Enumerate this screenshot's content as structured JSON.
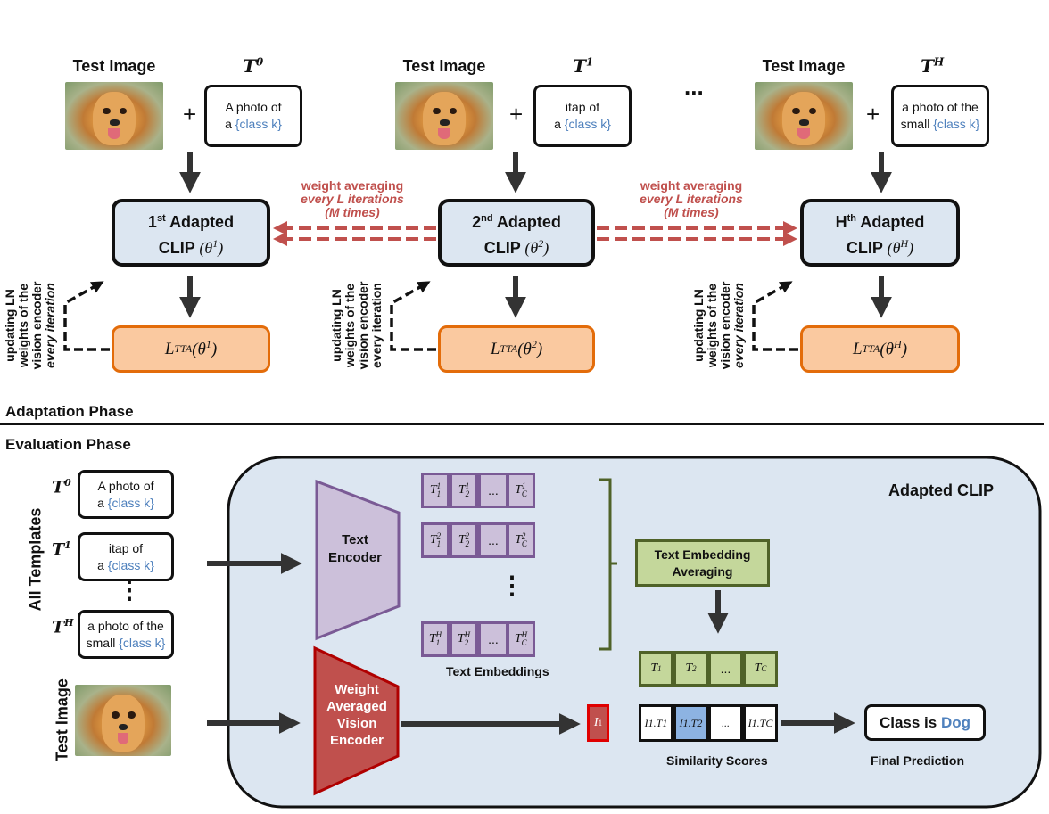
{
  "adaptation": {
    "columns": [
      {
        "image_label": "Test Image",
        "template_symbol": "T",
        "template_sup": "0",
        "template_line1": "A photo of",
        "template_line2_pre": "a ",
        "template_class": "{class k}",
        "clip_ordinal": "1",
        "clip_ordinal_sup": "st",
        "clip_title": "Adapted",
        "clip_line2": "CLIP",
        "theta_sup": "1",
        "loss": "L",
        "loss_sub": "TTA",
        "update_text": [
          "updating LN",
          "weights of the",
          "vision encoder",
          "every iteration"
        ],
        "update_last_italic": true
      },
      {
        "image_label": "Test Image",
        "template_symbol": "T",
        "template_sup": "1",
        "template_line1": "itap of",
        "template_line2_pre": "a ",
        "template_class": "{class k}",
        "clip_ordinal": "2",
        "clip_ordinal_sup": "nd",
        "clip_title": "Adapted",
        "clip_line2": "CLIP",
        "theta_sup": "2",
        "loss": "L",
        "loss_sub": "TTA",
        "update_text": [
          "updating LN",
          "weights of the",
          "vision encoder",
          "every iteration"
        ],
        "update_last_italic": false
      },
      {
        "image_label": "Test Image",
        "template_symbol": "T",
        "template_sup": "H",
        "template_line1": "a photo of the",
        "template_line2_pre": "small ",
        "template_class": "{class k}",
        "clip_ordinal": "H",
        "clip_ordinal_sup": "th",
        "clip_title": "Adapted",
        "clip_line2": "CLIP",
        "theta_sup": "H",
        "loss": "L",
        "loss_sub": "TTA",
        "update_text": [
          "updating LN",
          "weights of the",
          "vision encoder",
          "every iteration"
        ],
        "update_last_italic": true
      }
    ],
    "ellipsis": "...",
    "plus": "+",
    "weight_avg": [
      "weight averaging",
      "every L iterations",
      "(M times)"
    ],
    "phase_label": "Adaptation Phase"
  },
  "evaluation": {
    "phase_label": "Evaluation Phase",
    "container_label": "Adapted CLIP",
    "all_templates_label": "All Templates",
    "templates": [
      {
        "sym": "T",
        "sup": "0",
        "line1": "A photo of",
        "pre": "a ",
        "cls": "{class k}"
      },
      {
        "sym": "T",
        "sup": "1",
        "line1": "itap of",
        "pre": "a ",
        "cls": "{class k}"
      },
      {
        "sym": "T",
        "sup": "H",
        "line1": "a photo of the",
        "pre": "small ",
        "cls": "{class k}"
      }
    ],
    "vdots": "⋮",
    "test_image_label": "Test Image",
    "text_encoder": [
      "Text",
      "Encoder"
    ],
    "vision_encoder": [
      "Weight",
      "Averaged",
      "Vision",
      "Encoder"
    ],
    "embedding_rows": [
      {
        "sup": "1",
        "cells": [
          "1",
          "2",
          "...",
          "C"
        ]
      },
      {
        "sup": "2",
        "cells": [
          "1",
          "2",
          "...",
          "C"
        ]
      },
      {
        "sup": "H",
        "cells": [
          "1",
          "2",
          "...",
          "C"
        ]
      }
    ],
    "text_embeddings_label": "Text Embeddings",
    "averaging_box": [
      "Text Embedding",
      "Averaging"
    ],
    "averaged_cells": [
      "1",
      "2",
      "...",
      "C"
    ],
    "image_embedding": {
      "sym": "I",
      "sub": "1"
    },
    "similarity_cells": [
      "I1.T1",
      "I1.T2",
      "...",
      "I1.TC"
    ],
    "similarity_highlight_index": 1,
    "similarity_label": "Similarity Scores",
    "prediction_prefix": "Class is ",
    "prediction_class": "Dog",
    "prediction_label": "Final Prediction"
  },
  "colors": {
    "clip_fill": "#dce6f1",
    "loss_fill": "#fac9a0",
    "loss_stroke": "#e36c0a",
    "weight_avg": "#c0504d",
    "text_encoder": "#ccc0da",
    "vision_encoder": "#c0504d",
    "averaging": "#c4d79b",
    "class_text": "#4f81bd",
    "highlight": "#8db3e2"
  }
}
